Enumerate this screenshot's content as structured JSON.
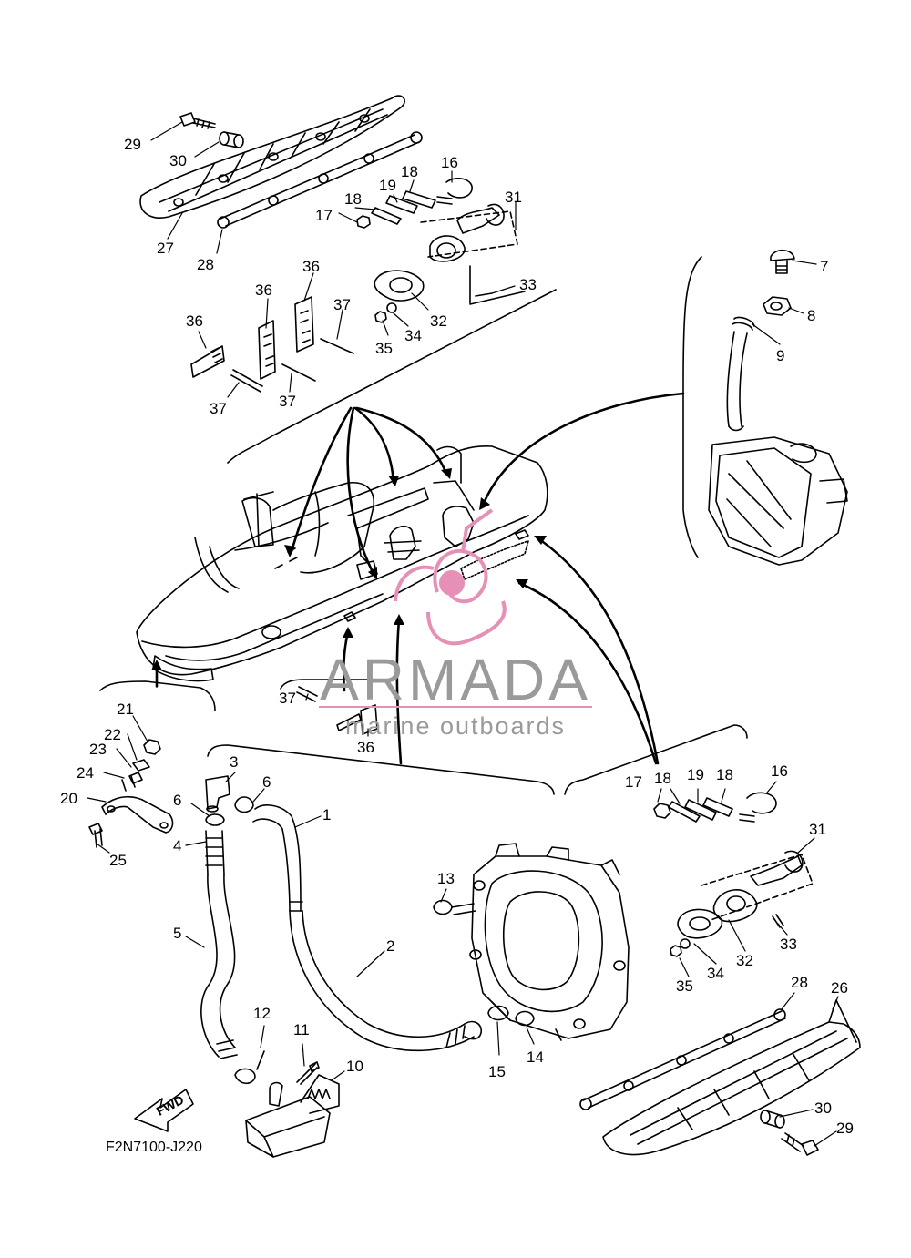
{
  "diagram": {
    "drawing_code": "F2N7100-J220",
    "fwd_label": "FWD",
    "watermark": {
      "brand": "ARMADA",
      "tagline": "marine outboards",
      "logo_color": "#e68fb7",
      "text_color": "#9a9a9a"
    },
    "line_color": "#000000",
    "callouts": {
      "top_29": "29",
      "top_30": "30",
      "top_27": "27",
      "top_28": "28",
      "top_17": "17",
      "top_18a": "18",
      "top_19": "19",
      "top_18b": "18",
      "top_16": "16",
      "top_31": "31",
      "top_33": "33",
      "top_32": "32",
      "top_35": "35",
      "top_34": "34",
      "top_36a": "36",
      "top_36b": "36",
      "top_36c": "36",
      "top_37a": "37",
      "top_37b": "37",
      "top_37c": "37",
      "r_7": "7",
      "r_8": "8",
      "r_9": "9",
      "mid_37": "37",
      "mid_36": "36",
      "l_21": "21",
      "l_22": "22",
      "l_23": "23",
      "l_24": "24",
      "l_20": "20",
      "l_25": "25",
      "c_3": "3",
      "c_6a": "6",
      "c_6b": "6",
      "c_4": "4",
      "c_1": "1",
      "c_5": "5",
      "c_2": "2",
      "c_13": "13",
      "c_15": "15",
      "c_14": "14",
      "c_12": "12",
      "c_11": "11",
      "c_10": "10",
      "br_17": "17",
      "br_18a": "18",
      "br_19": "19",
      "br_18b": "18",
      "br_16": "16",
      "br_31": "31",
      "br_33": "33",
      "br_32": "32",
      "br_35": "35",
      "br_34": "34",
      "br_28": "28",
      "br_26": "26",
      "br_30": "30",
      "br_29": "29"
    }
  }
}
